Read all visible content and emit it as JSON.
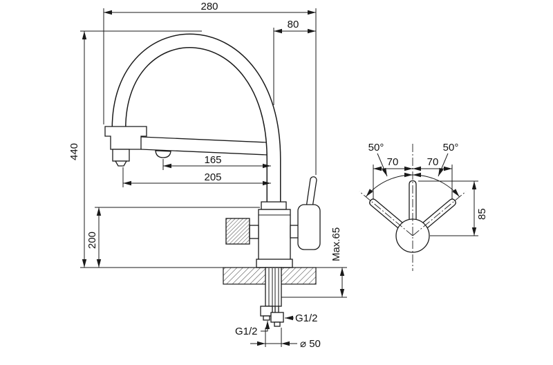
{
  "drawing": {
    "front_view": {
      "dim_overall_width": "280",
      "dim_spout_offset": "80",
      "dim_overall_height": "440",
      "dim_reach_inner": "165",
      "dim_reach_outer": "205",
      "dim_base_height": "200",
      "dim_deck_max": "Max.65",
      "dim_thread_left": "G1/2",
      "dim_thread_right": "G1/2",
      "dim_base_diameter": "⌀ 50"
    },
    "handle_view": {
      "dim_angle_left": "50°",
      "dim_angle_right": "50°",
      "dim_offset_left": "70",
      "dim_offset_right": "70",
      "dim_handle_height": "85"
    },
    "colors": {
      "line": "#1a1a1a",
      "background": "#ffffff"
    }
  }
}
